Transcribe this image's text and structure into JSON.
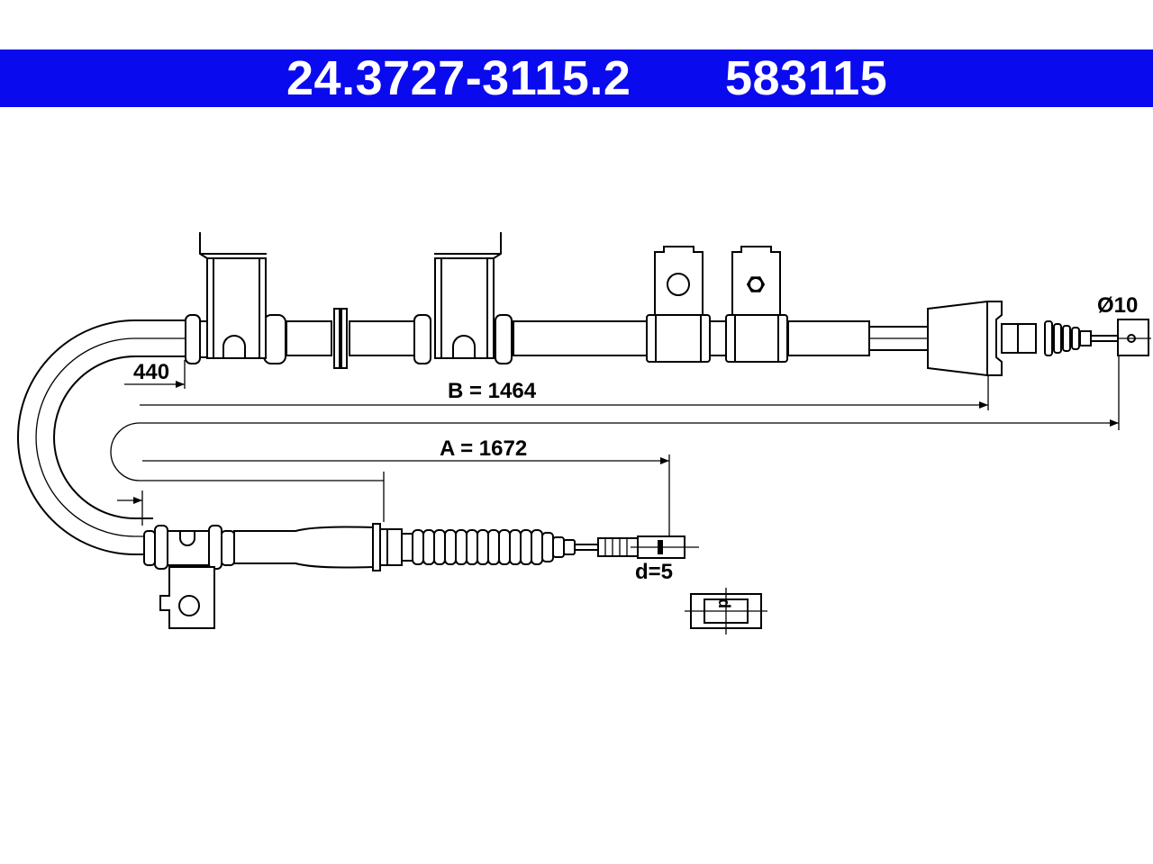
{
  "header": {
    "part_number": "24.3727-3115.2",
    "article_number": "583115",
    "background_color": "#0a0aee",
    "text_color": "#ffffff"
  },
  "dimensions": {
    "bend_label": "440",
    "b_label": "B = 1464",
    "a_label": "A = 1672",
    "end_diameter_label": "Ø10",
    "nipple_diameter_label": "d=5",
    "nipple_symbol": "d"
  }
}
